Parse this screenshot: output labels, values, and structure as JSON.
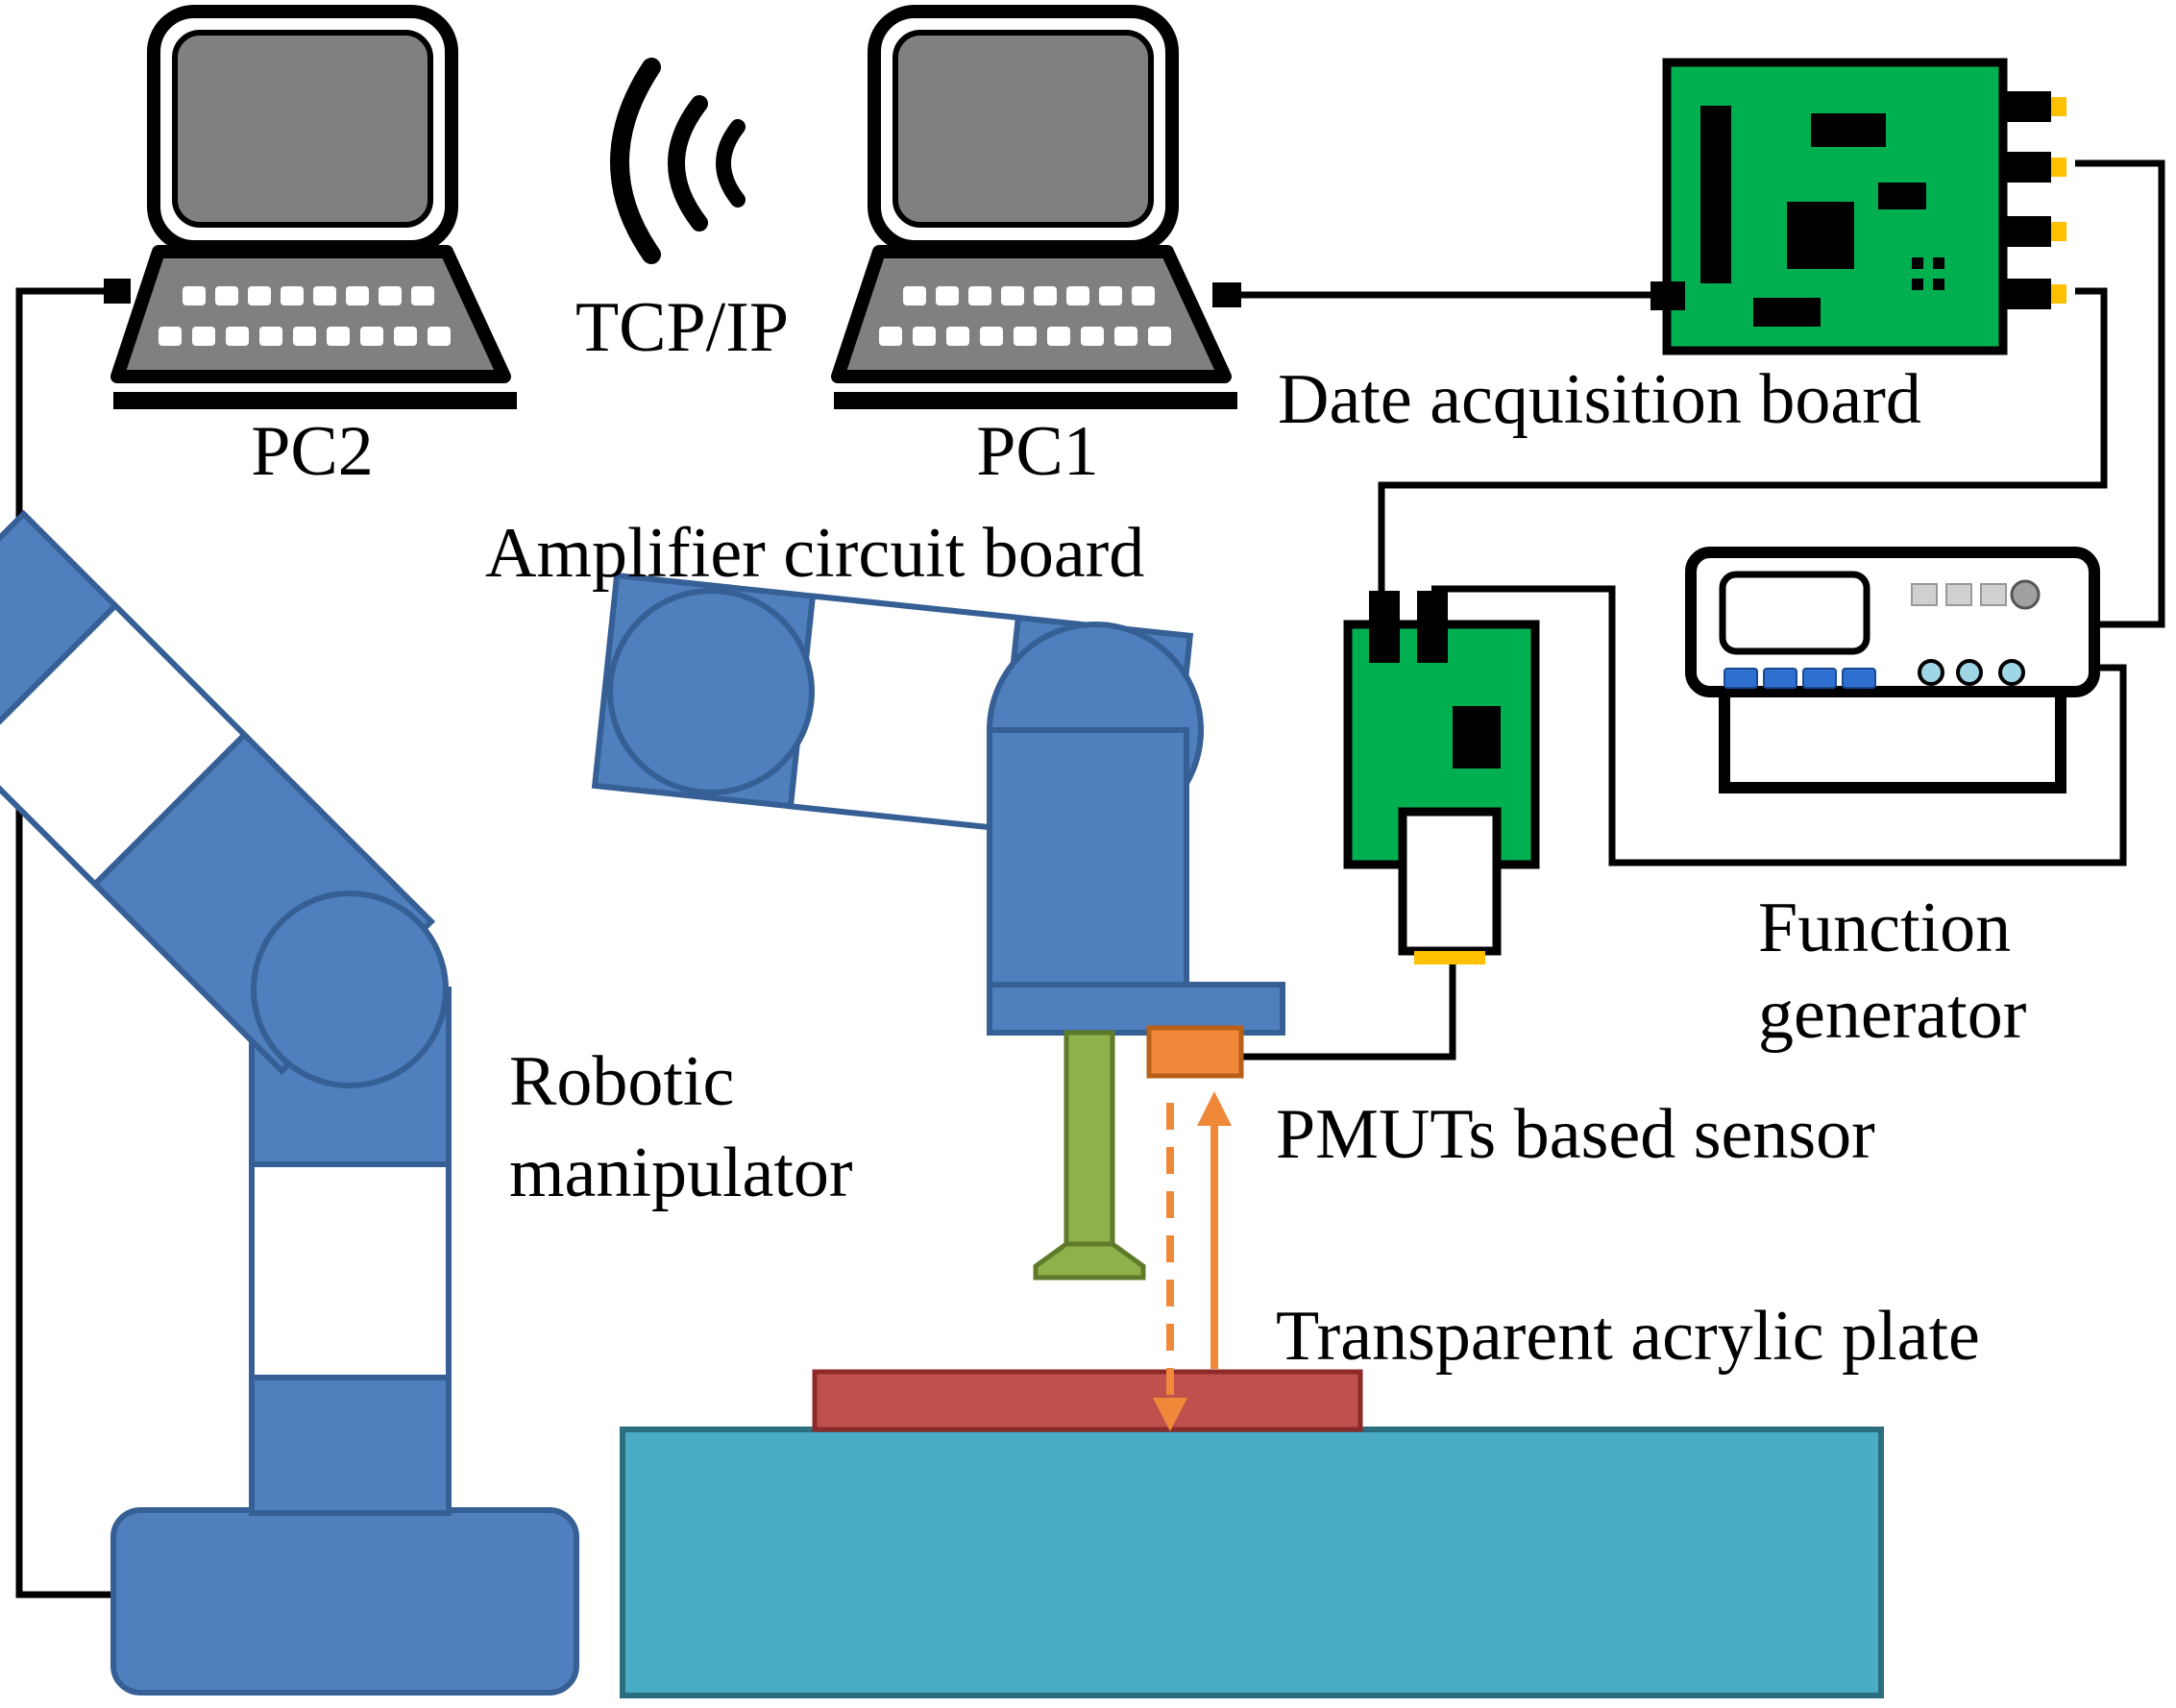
{
  "labels": {
    "pc2": "PC2",
    "pc1": "PC1",
    "tcpip": "TCP/IP",
    "daq": "Date acquisition board",
    "amplifier": "Amplifier circuit board",
    "function_generator_line1": "Function",
    "function_generator_line2": "generator",
    "robot_line1": "Robotic",
    "robot_line2": "manipulator",
    "sensor": "PMUTs based sensor",
    "plate": "Transparent acrylic plate"
  },
  "colors": {
    "robot_blue": "#4f7fbd",
    "robot_edge": "#355f95",
    "board_green": "#00b050",
    "gripper_green": "#8fb04a",
    "sensor_orange": "#f0883a",
    "plate_red": "#c0504d",
    "table_teal": "#4bacc6",
    "screen_gray": "#808080",
    "connector_yellow": "#ffc000"
  },
  "icons": {
    "pc": "laptop-icon",
    "wireless": "wifi-waves-icon",
    "board": "circuit-board-icon",
    "generator": "function-generator-icon",
    "robot": "robot-arm-icon"
  }
}
